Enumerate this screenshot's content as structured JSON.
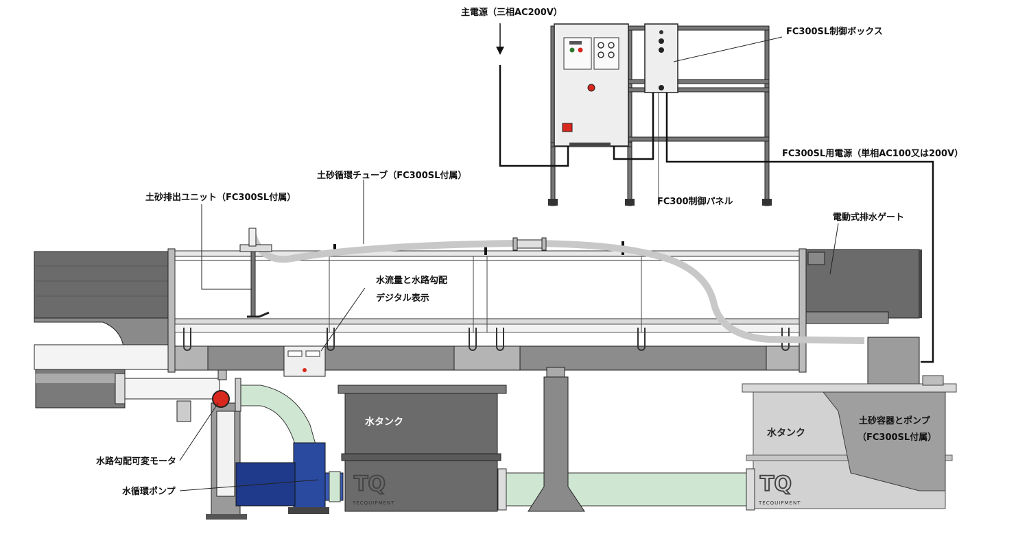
{
  "labels": {
    "main_power": "主電源（三相AC200V）",
    "control_box": "FC300SL制御ボックス",
    "fc300sl_power": "FC300SL用電源（単相AC100又は200V）",
    "control_panel": "FC300制御パネル",
    "sediment_tube": "土砂循環チューブ（FC300SL付属）",
    "sediment_outlet": "土砂排出ユニット（FC300SL付属）",
    "drain_gate": "電動式排水ゲート",
    "flow_display_line1": "水流量と水路勾配",
    "flow_display_line2": "デジタル表示",
    "water_tank_left": "水タンク",
    "water_tank_right": "水タンク",
    "sediment_container_line1": "土砂容器とポンプ",
    "sediment_container_line2": "（FC300SL付属）",
    "slope_motor": "水路勾配可変モータ",
    "circulation_pump": "水循環ポンプ"
  },
  "branding": {
    "logo_left": "TQ",
    "logo_left_sub": "TECQUIPMENT",
    "logo_right": "TQ",
    "logo_right_sub": "TECQUIPMENT"
  },
  "colors": {
    "pump_blue": "#1f3a8a",
    "pipe_green": "#cfe6d2",
    "tank_dark": "#6b6b6b",
    "tank_light": "#cfcfcf",
    "indicator_red": "#d9281e"
  }
}
